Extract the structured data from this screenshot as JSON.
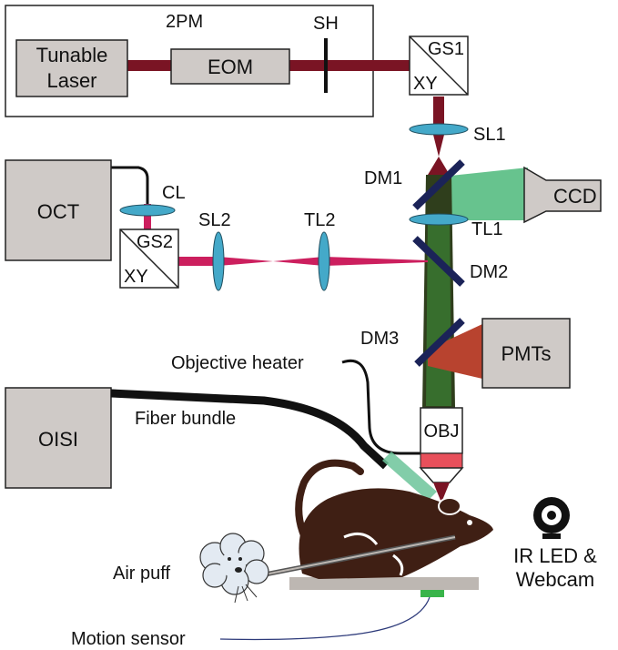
{
  "labels": {
    "system_2pm": "2PM",
    "tunable_laser_line1": "Tunable",
    "tunable_laser_line2": "Laser",
    "eom": "EOM",
    "sh": "SH",
    "gs1": "GS1",
    "gs1_xy": "XY",
    "sl1": "SL1",
    "oct": "OCT",
    "cl": "CL",
    "gs2": "GS2",
    "gs2_xy": "XY",
    "sl2": "SL2",
    "tl2": "TL2",
    "dm1": "DM1",
    "ccd": "CCD",
    "tl1": "TL1",
    "dm2": "DM2",
    "dm3": "DM3",
    "pmts": "PMTs",
    "objective_heater": "Objective heater",
    "obj": "OBJ",
    "oisi": "OISI",
    "fiber_bundle": "Fiber bundle",
    "air_puff": "Air puff",
    "ir_led_line1": "IR LED &",
    "ir_led_line2": "Webcam",
    "motion_sensor": "Motion sensor"
  },
  "colors": {
    "laser_2pm": "#7a1424",
    "laser_oct": "#cc1f5e",
    "fluorescence": "#4cb87a",
    "pmt_emission": "#b8432f",
    "dichroic": "#1b2358",
    "lens": "#44a9c9",
    "component_fill": "#cfcac7",
    "mouse": "#3f1f14",
    "stage": "#bdb7b2",
    "motion_sensor": "#39b44a",
    "obj_red": "#e8505b"
  }
}
